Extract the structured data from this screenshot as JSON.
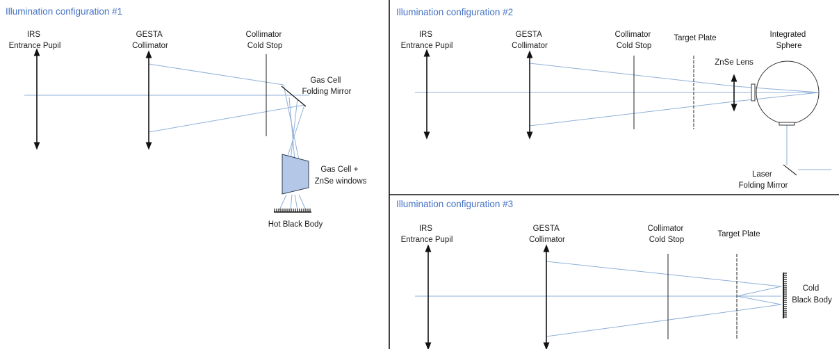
{
  "diagram": {
    "panels": [
      {
        "title": "Illumination configuration #1",
        "labels": {
          "irs": "IRS\nEntrance Pupil",
          "gesta": "GESTA\nCollimator",
          "cold_stop": "Collimator\nCold Stop",
          "folding_mirror": "Gas Cell\nFolding Mirror",
          "gas_cell": "Gas Cell +\nZnSe windows",
          "hot_black_body": "Hot Black Body"
        }
      },
      {
        "title": "Illumination configuration #2",
        "labels": {
          "irs": "IRS\nEntrance Pupil",
          "gesta": "GESTA\nCollimator",
          "cold_stop": "Collimator\nCold Stop",
          "target_plate": "Target Plate",
          "znse_lens": "ZnSe Lens",
          "integrated_sphere": "Integrated\nSphere",
          "laser_mirror": "Laser\nFolding Mirror"
        }
      },
      {
        "title": "Illumination configuration #3",
        "labels": {
          "irs": "IRS\nEntrance Pupil",
          "gesta": "GESTA\nCollimator",
          "cold_stop": "Collimator\nCold Stop",
          "target_plate": "Target Plate",
          "cold_black_body": "Cold\nBlack Body"
        }
      }
    ],
    "colors": {
      "title": "#4472c4",
      "ray": "#8fb0d8",
      "gas_cell_fill": "#b4c7e7",
      "optic": "#111111"
    }
  }
}
